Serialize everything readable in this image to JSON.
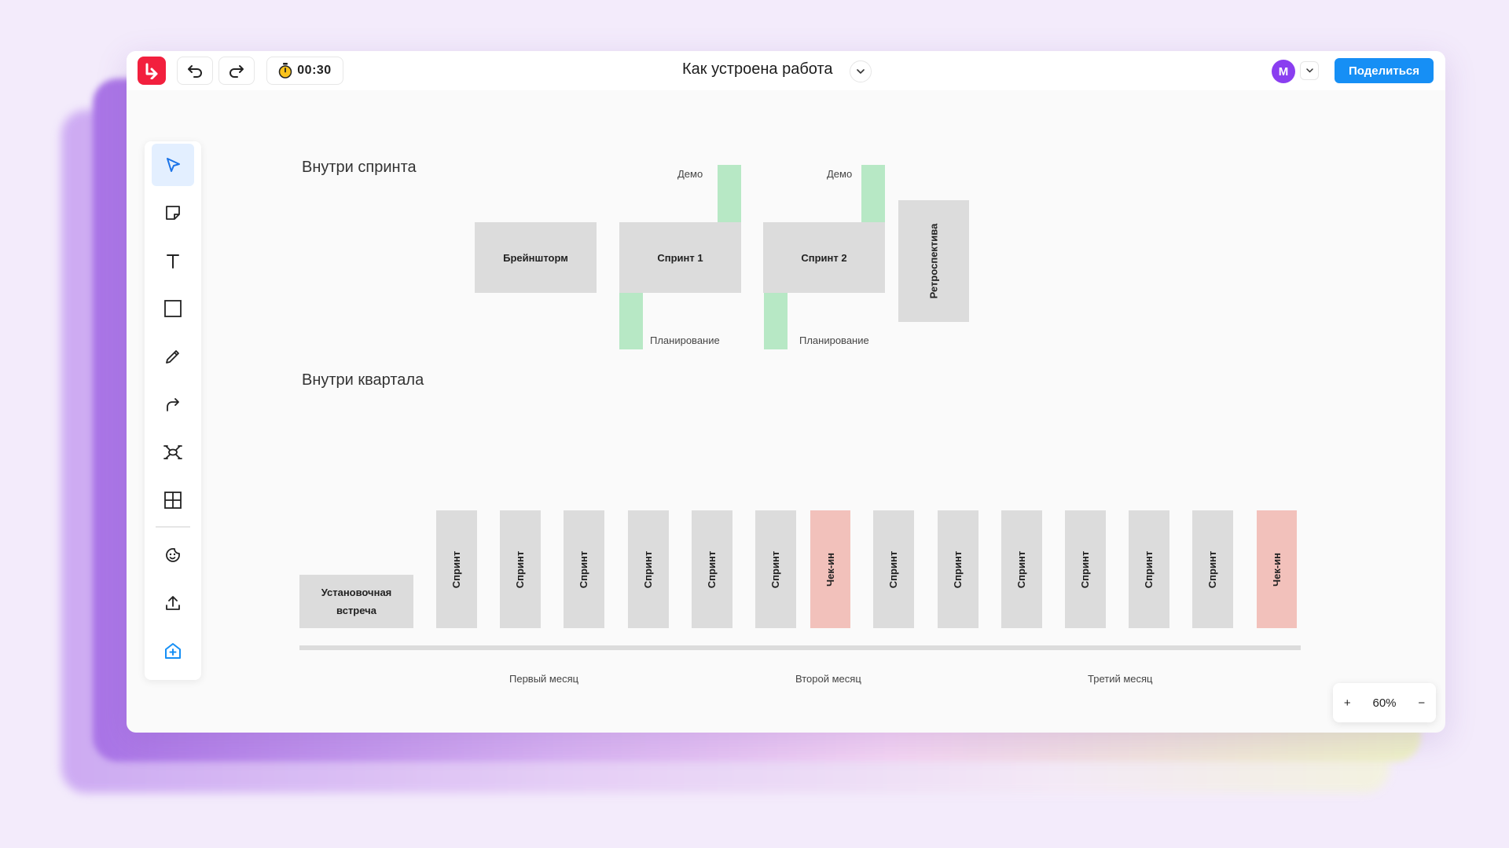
{
  "header": {
    "timer": "00:30",
    "board_title": "Как устроена работа",
    "avatar_letter": "M",
    "share_label": "Поделиться"
  },
  "toolbar": {
    "tools": [
      "select-icon",
      "sticky-note-icon",
      "text-icon",
      "rectangle-icon",
      "pen-icon",
      "connector-icon",
      "mindmap-icon",
      "table-icon",
      "sticker-icon",
      "upload-icon",
      "add-template-icon"
    ]
  },
  "sprint_section": {
    "title": "Внутри спринта",
    "brainstorm": "Брейншторм",
    "sprint1": "Спринт 1",
    "sprint2": "Спринт 2",
    "retro": "Ретроспектива",
    "demo_label": "Демо",
    "planning_label": "Планирование"
  },
  "quarter_section": {
    "title": "Внутри квартала",
    "kickoff_line1": "Установочная",
    "kickoff_line2": "встреча",
    "columns": [
      "Спринт",
      "Спринт",
      "Спринт",
      "Спринт",
      "Спринт",
      "Спринт",
      "Чек-ин",
      "Спринт",
      "Спринт",
      "Спринт",
      "Спринт",
      "Спринт",
      "Спринт",
      "Чек-ин"
    ],
    "months": [
      "Первый месяц",
      "Второй месяц",
      "Третий месяц"
    ]
  },
  "zoom": {
    "plus": "+",
    "level": "60%",
    "minus": "−"
  },
  "colors": {
    "accent": "#168ff5",
    "logo": "#f2203e",
    "box": "#dcdcdc",
    "green": "#b7e8c5",
    "checkin": "#f2c1bb",
    "avatar": "#8a3ef0"
  }
}
